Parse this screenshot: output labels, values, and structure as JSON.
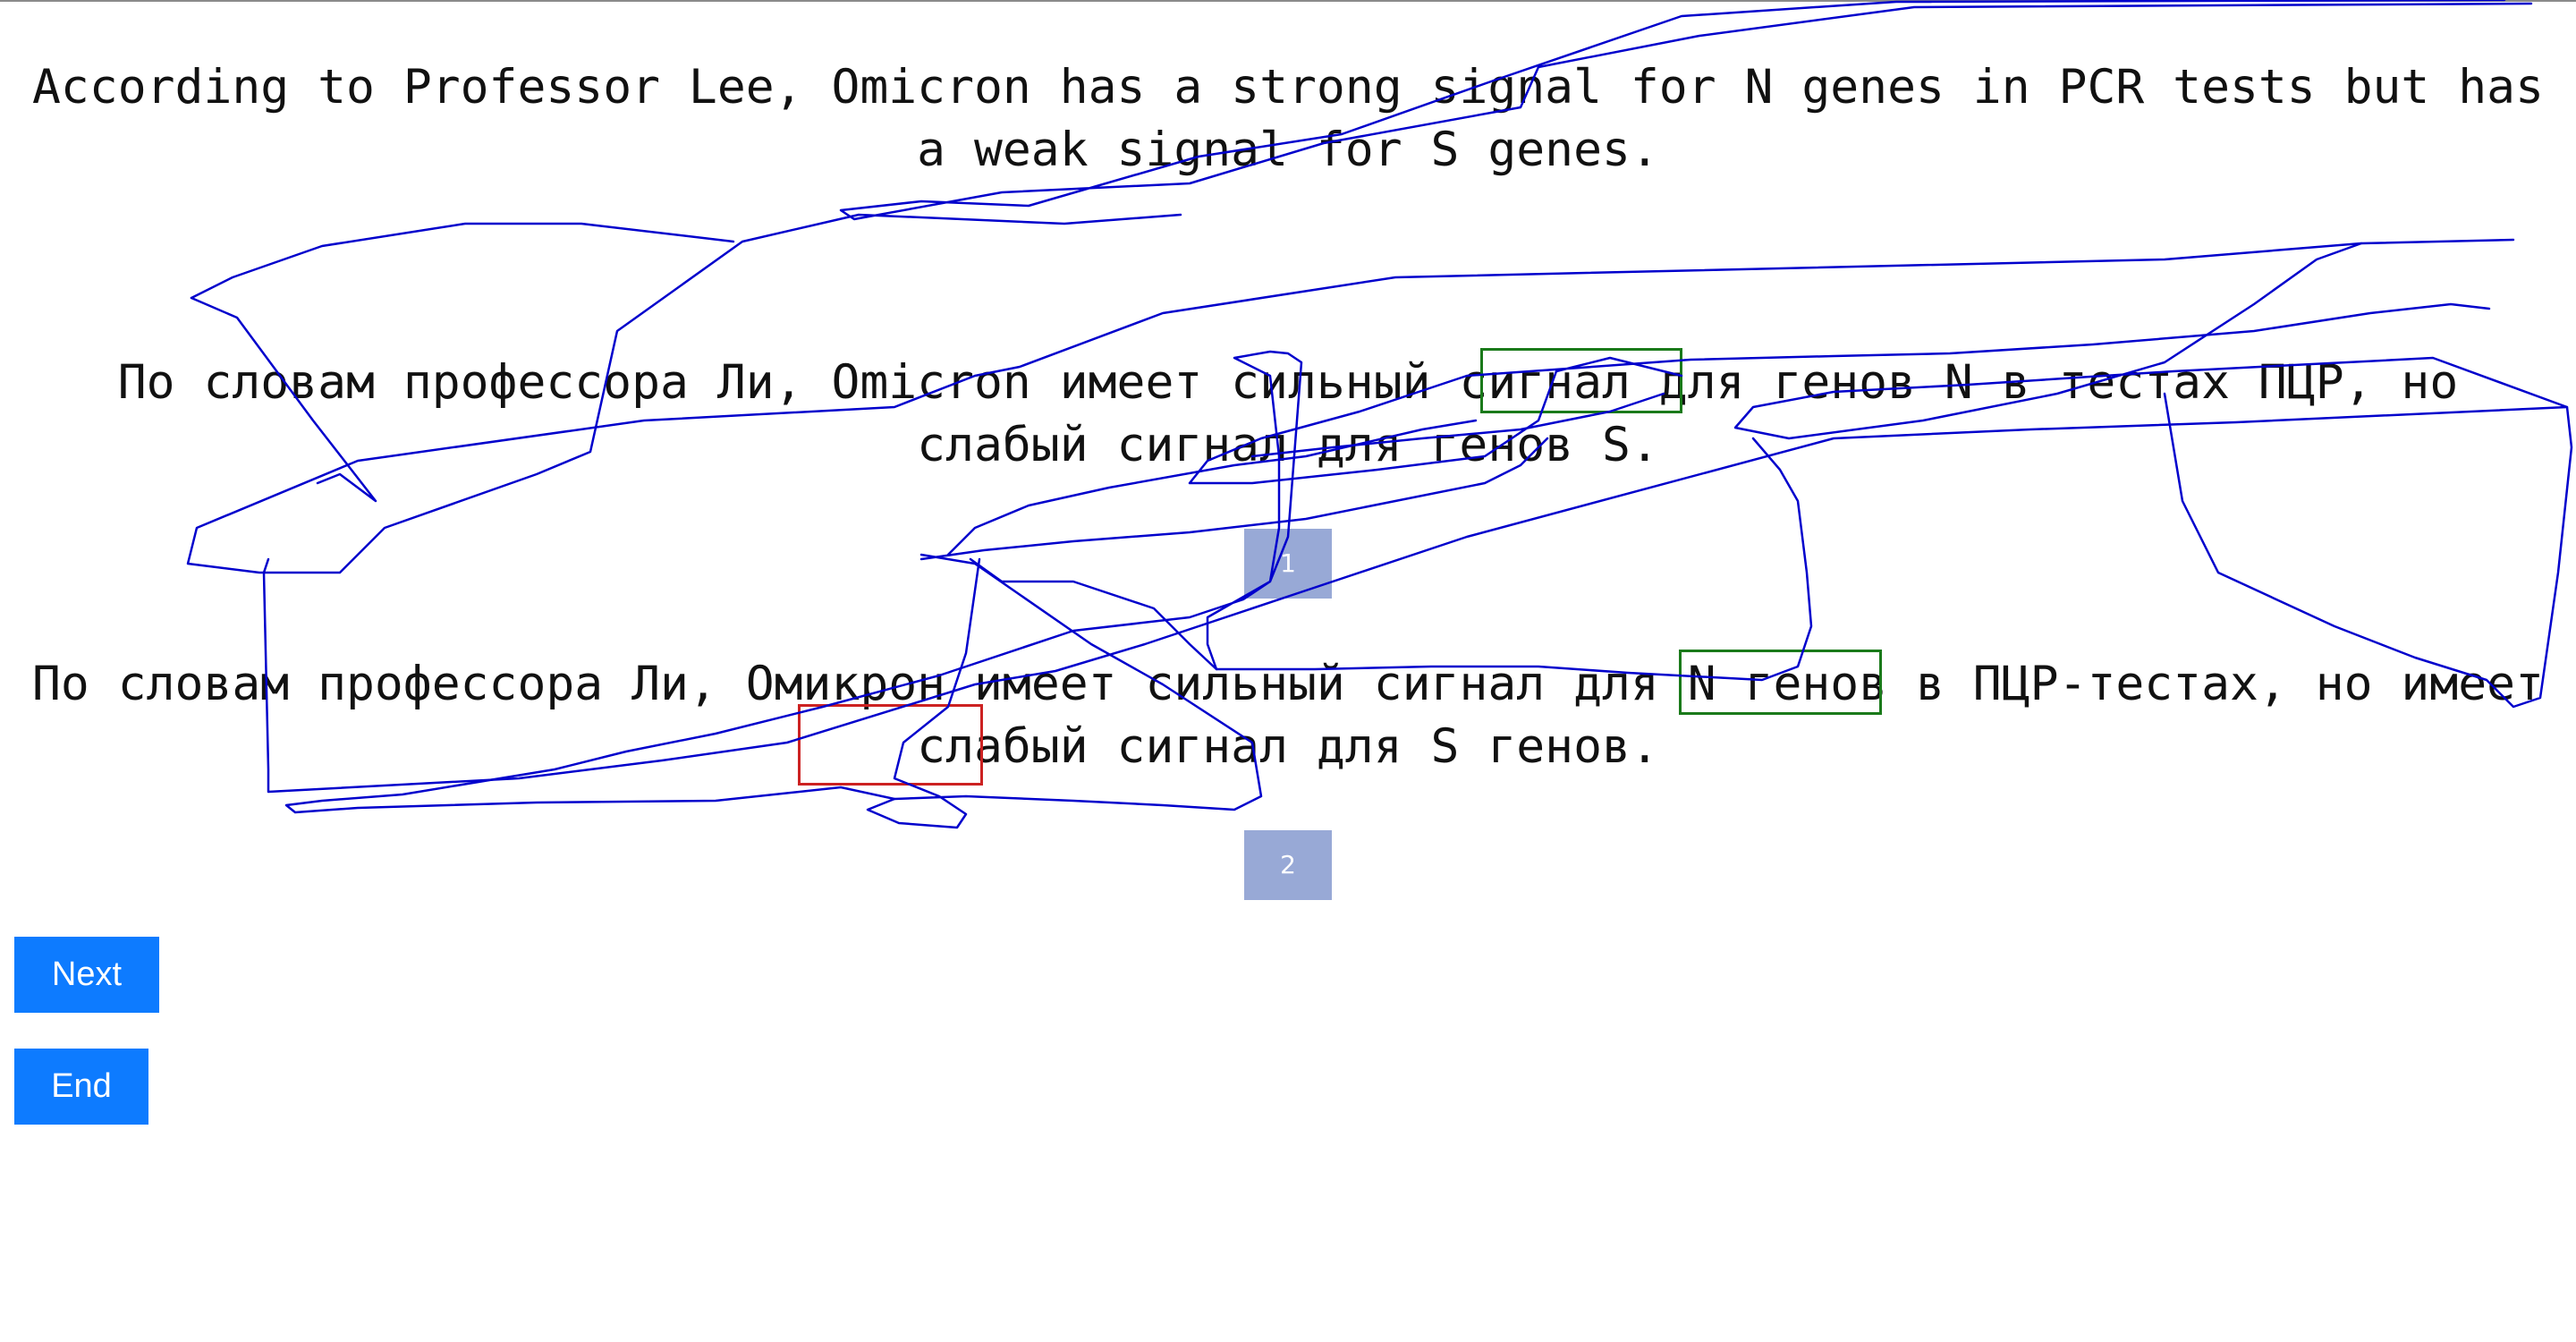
{
  "source": {
    "text": "According to Professor Lee, Omicron has a strong signal for N genes in PCR tests but has a weak signal for S genes."
  },
  "translations": [
    {
      "text": "По словам профессора Ли, Omicron имеет сильный сигнал для генов N в тестах ПЦР, но слабый сигнал для генов S.",
      "rank_label": "1"
    },
    {
      "text": "По словам профессора Ли, Омикрон имеет сильный сигнал для N генов в ПЦР-тестах, но имеет слабый сигнал для S генов.",
      "rank_label": "2"
    }
  ],
  "buttons": {
    "next_label": "Next",
    "end_label": "End"
  },
  "colors": {
    "badge": "#98a9d6",
    "button": "#0d7bff",
    "ink": "#0000cc",
    "highlight_good": "#1a7a1a",
    "highlight_bad": "#cc2222"
  }
}
